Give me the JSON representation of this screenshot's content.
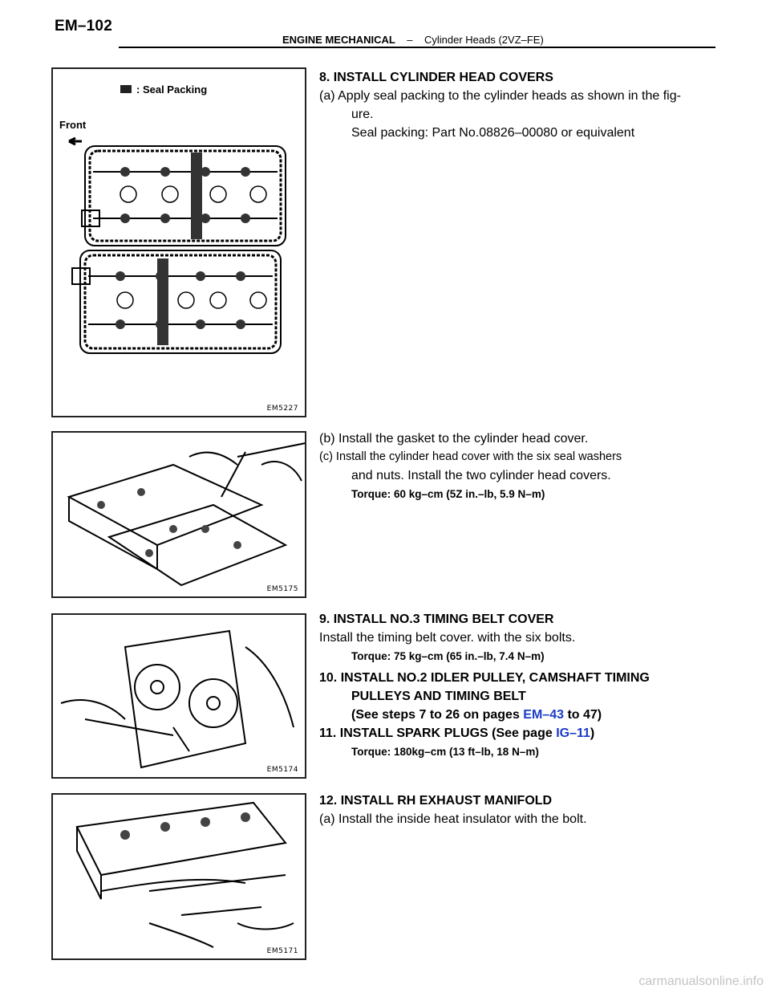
{
  "header": {
    "page_number": "EM–102",
    "section": "ENGINE MECHANICAL",
    "separator": "–",
    "subsection": "Cylinder Heads (2VZ–FE)"
  },
  "figures": [
    {
      "code": "EM5227",
      "legend": ": Seal Packing",
      "front_label": "Front"
    },
    {
      "code": "EM5175"
    },
    {
      "code": "EM5174"
    },
    {
      "code": "EM5171"
    }
  ],
  "step8": {
    "heading": "8. INSTALL CYLINDER HEAD COVERS",
    "a_line1": "(a) Apply seal packing to the cylinder heads as shown in the fig-",
    "a_line2": "ure.",
    "a_line3": "Seal packing: Part No.08826–00080 or equivalent",
    "b": "(b) Install the gasket to the cylinder head cover.",
    "c_line1": "(c) Install the cylinder head cover with the six seal washers",
    "c_line2": "and nuts. Install the two cylinder head covers.",
    "torque": "Torque: 60 kg–cm (5Z in.–lb, 5.9 N–m)"
  },
  "step9": {
    "heading": "9. INSTALL NO.3 TIMING BELT COVER",
    "body": "Install the timing belt cover. with the six bolts.",
    "torque": "Torque: 75 kg–cm (65 in.–lb, 7.4 N–m)"
  },
  "step10": {
    "line1": "10. INSTALL NO.2 IDLER PULLEY, CAMSHAFT TIMING",
    "line2": "PULLEYS AND TIMING BELT",
    "ref_pre": "(See steps 7 to 26 on pages ",
    "ref_link": "EM–43",
    "ref_post": " to 47)"
  },
  "step11": {
    "pre": "11. INSTALL SPARK PLUGS (See page ",
    "link": "IG–11",
    "post": ")",
    "torque": "Torque: 180kg–cm (13 ft–lb, 18 N–m)"
  },
  "step12": {
    "heading": "12. INSTALL RH EXHAUST MANIFOLD",
    "a": "(a) Install the inside heat insulator with the bolt."
  },
  "watermark": "carmanualsonline.info"
}
